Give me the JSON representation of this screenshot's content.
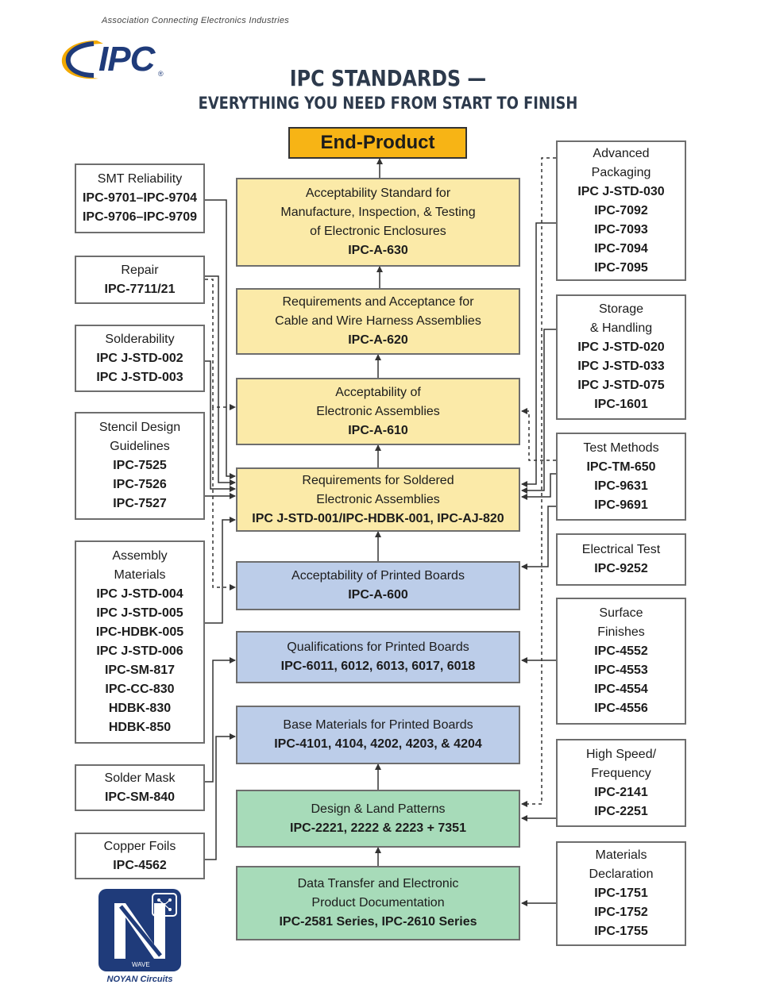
{
  "header": {
    "association": "Association Connecting Electronics Industries",
    "logo_text": "IPC",
    "logo_mark": "®",
    "title_line1": "IPC STANDARDS —",
    "title_line2": "EVERYTHING YOU NEED FROM START TO FINISH"
  },
  "center": {
    "end_product": "End-Product",
    "a630": [
      "Acceptability Standard for",
      "Manufacture, Inspection, & Testing",
      "of Electronic Enclosures",
      "IPC-A-630"
    ],
    "a620": [
      "Requirements and Acceptance for",
      "Cable and Wire Harness Assemblies",
      "IPC-A-620"
    ],
    "a610": [
      "Acceptability of",
      "Electronic Assemblies",
      "IPC-A-610"
    ],
    "std001": [
      "Requirements for Soldered",
      "Electronic Assemblies",
      "IPC J-STD-001/IPC-HDBK-001, IPC-AJ-820"
    ],
    "a600": [
      "Acceptability of Printed Boards",
      "IPC-A-600"
    ],
    "qual": [
      "Qualifications for Printed Boards",
      "IPC-6011, 6012, 6013, 6017, 6018"
    ],
    "base": [
      "Base Materials for Printed Boards",
      "IPC-4101, 4104, 4202, 4203, & 4204"
    ],
    "design": [
      "Design & Land Patterns",
      "IPC-2221, 2222 & 2223 + 7351"
    ],
    "data": [
      "Data Transfer and Electronic",
      "Product Documentation",
      "IPC-2581 Series, IPC-2610 Series"
    ]
  },
  "left": {
    "smt": [
      "SMT Reliability",
      "IPC-9701–IPC-9704",
      "IPC-9706–IPC-9709"
    ],
    "repair": [
      "Repair",
      "IPC-7711/21"
    ],
    "solder": [
      "Solderability",
      "IPC J-STD-002",
      "IPC J-STD-003"
    ],
    "stencil": [
      "Stencil Design",
      "Guidelines",
      "IPC-7525",
      "IPC-7526",
      "IPC-7527"
    ],
    "assembly": [
      "Assembly",
      "Materials",
      "IPC J-STD-004",
      "IPC J-STD-005",
      "IPC-HDBK-005",
      "IPC J-STD-006",
      "IPC-SM-817",
      "IPC-CC-830",
      "HDBK-830",
      "HDBK-850"
    ],
    "mask": [
      "Solder Mask",
      "IPC-SM-840"
    ],
    "copper": [
      "Copper Foils",
      "IPC-4562"
    ]
  },
  "right": {
    "adv": [
      "Advanced",
      "Packaging",
      "IPC J-STD-030",
      "IPC-7092",
      "IPC-7093",
      "IPC-7094",
      "IPC-7095"
    ],
    "storage": [
      "Storage",
      "& Handling",
      "IPC J-STD-020",
      "IPC J-STD-033",
      "IPC J-STD-075",
      "IPC-1601"
    ],
    "test": [
      "Test Methods",
      "IPC-TM-650",
      "IPC-9631",
      "IPC-9691"
    ],
    "elec": [
      "Electrical Test",
      "IPC-9252"
    ],
    "surface": [
      "Surface",
      "Finishes",
      "IPC-4552",
      "IPC-4553",
      "IPC-4554",
      "IPC-4556"
    ],
    "highspeed": [
      "High Speed/",
      "Frequency",
      "IPC-2141",
      "IPC-2251"
    ],
    "materials": [
      "Materials",
      "Declaration",
      "IPC-1751",
      "IPC-1752",
      "IPC-1755"
    ]
  },
  "footer": {
    "company": "NOYAN Circuits",
    "badge_text": "WAVE"
  },
  "colors": {
    "end_product": "#f7b415",
    "assembly_level": "#fbeaa8",
    "board_level": "#bccde9",
    "design_level": "#a7dbb9",
    "brand_navy": "#1f3b7a"
  }
}
